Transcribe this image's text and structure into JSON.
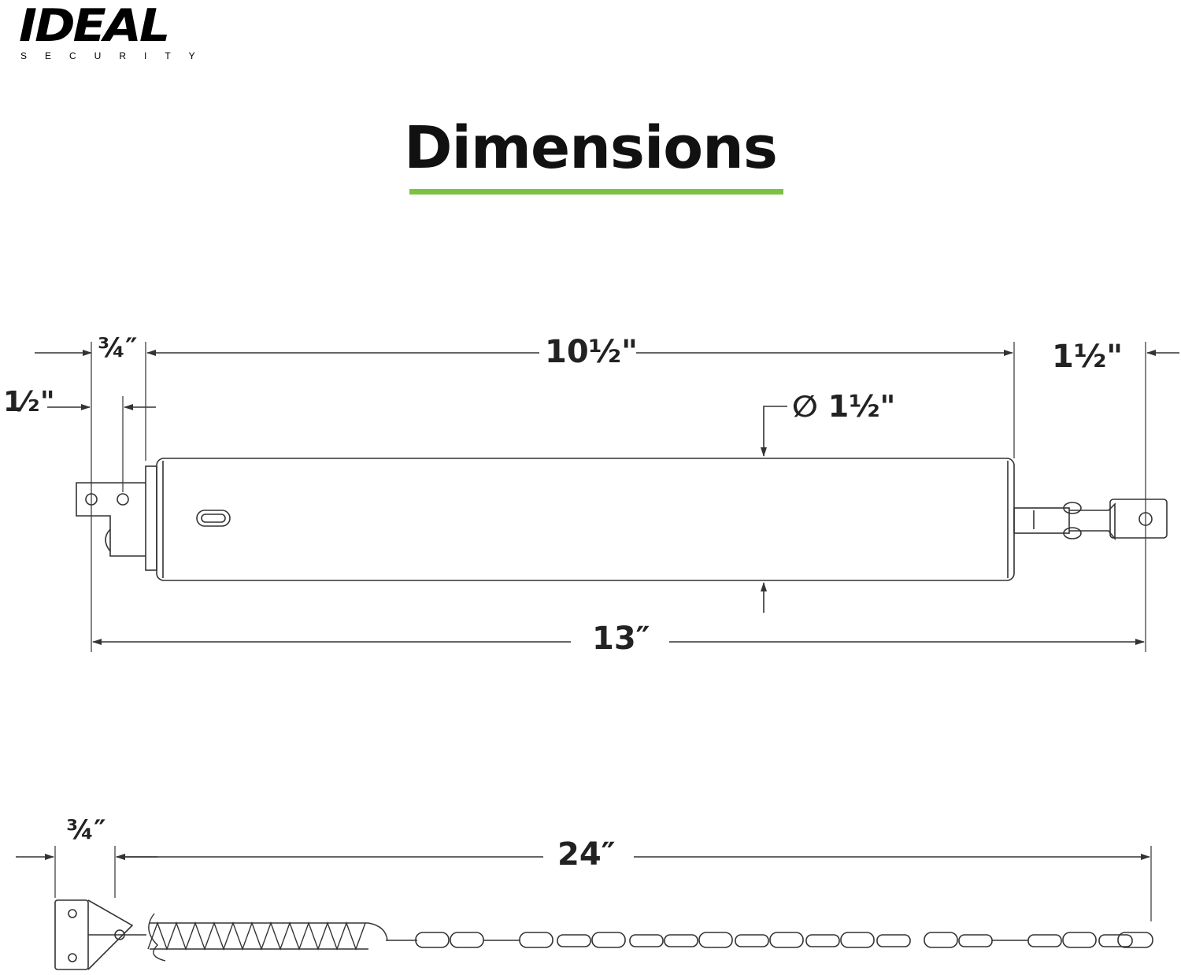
{
  "brand": {
    "name": "IDEAL",
    "tagline": "SECURITY"
  },
  "title": "Dimensions",
  "accent_color": "#7cc242",
  "closer": {
    "dims": {
      "mount_offset": "1⁄₂\"",
      "bracket_width": "¾″",
      "body_length": "10½\"",
      "rod_extension": "1½\"",
      "diameter": "∅ 1½\"",
      "overall_length": "13″"
    }
  },
  "chain": {
    "dims": {
      "bracket_width": "¾″",
      "length": "24″"
    }
  }
}
